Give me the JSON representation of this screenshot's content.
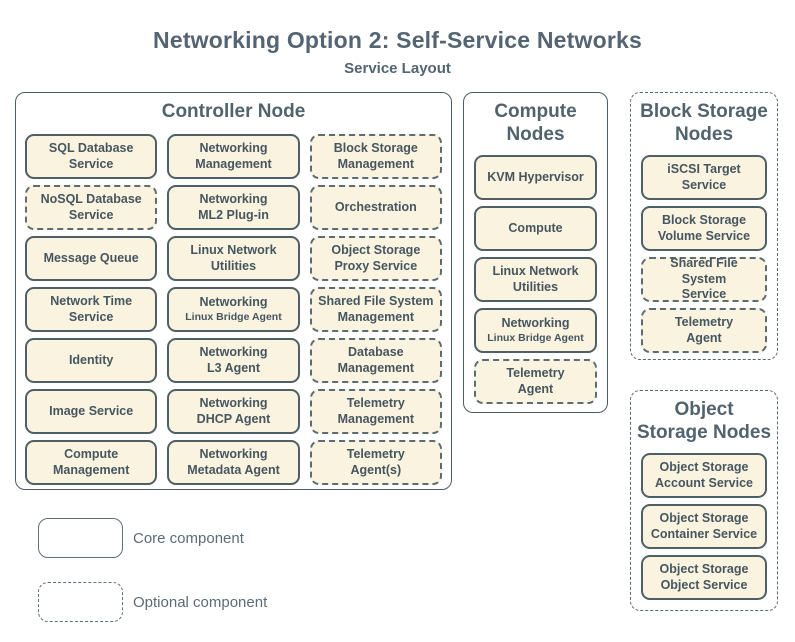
{
  "title": "Networking Option 2: Self-Service Networks",
  "subtitle": "Service Layout",
  "colors": {
    "background": "#ffffff",
    "box_fill": "#faf3df",
    "core_border": "#4f5f66",
    "optional_border": "#5b6c74",
    "panel_border": "#4d5d66",
    "text": "#465660",
    "heading": "#51636d",
    "title": "#546472",
    "legend": "#5c6c75"
  },
  "controller": {
    "title": "Controller Node",
    "items": [
      {
        "label": "SQL Database\nService",
        "type": "core"
      },
      {
        "label": "Networking\nManagement",
        "type": "core"
      },
      {
        "label": "Block Storage\nManagement",
        "type": "optional"
      },
      {
        "label": "NoSQL Database\nService",
        "type": "optional"
      },
      {
        "label": "Networking\nML2 Plug-in",
        "type": "core"
      },
      {
        "label": "Orchestration",
        "type": "optional"
      },
      {
        "label": "Message Queue",
        "type": "core"
      },
      {
        "label": "Linux Network\nUtilities",
        "type": "core"
      },
      {
        "label": "Object Storage\nProxy Service",
        "type": "optional"
      },
      {
        "label": "Network Time\nService",
        "type": "core"
      },
      {
        "label": "Networking",
        "sublabel": "Linux Bridge Agent",
        "type": "core"
      },
      {
        "label": "Shared File System\nManagement",
        "type": "optional"
      },
      {
        "label": "Identity",
        "type": "core"
      },
      {
        "label": "Networking\nL3 Agent",
        "type": "core"
      },
      {
        "label": "Database\nManagement",
        "type": "optional"
      },
      {
        "label": "Image Service",
        "type": "core"
      },
      {
        "label": "Networking\nDHCP Agent",
        "type": "core"
      },
      {
        "label": "Telemetry\nManagement",
        "type": "optional"
      },
      {
        "label": "Compute\nManagement",
        "type": "core"
      },
      {
        "label": "Networking\nMetadata Agent",
        "type": "core"
      },
      {
        "label": "Telemetry\nAgent(s)",
        "type": "optional"
      }
    ]
  },
  "compute": {
    "title": "Compute\nNodes",
    "items": [
      {
        "label": "KVM Hypervisor",
        "type": "core"
      },
      {
        "label": "Compute",
        "type": "core"
      },
      {
        "label": "Linux Network\nUtilities",
        "type": "core"
      },
      {
        "label": "Networking",
        "sublabel": "Linux Bridge Agent",
        "type": "core"
      },
      {
        "label": "Telemetry\nAgent",
        "type": "optional"
      }
    ]
  },
  "block_storage": {
    "title": "Block Storage\nNodes",
    "items": [
      {
        "label": "iSCSI Target\nService",
        "type": "core"
      },
      {
        "label": "Block Storage\nVolume Service",
        "type": "core"
      },
      {
        "label": "Shared File System\nService",
        "type": "optional"
      },
      {
        "label": "Telemetry\nAgent",
        "type": "optional"
      }
    ]
  },
  "object_storage": {
    "title": "Object\nStorage Nodes",
    "items": [
      {
        "label": "Object Storage\nAccount Service",
        "type": "core"
      },
      {
        "label": "Object Storage\nContainer Service",
        "type": "core"
      },
      {
        "label": "Object Storage\nObject Service",
        "type": "core"
      }
    ]
  },
  "legend": [
    {
      "label": "Core component",
      "style": "solid"
    },
    {
      "label": "Optional component",
      "style": "dashed"
    }
  ]
}
